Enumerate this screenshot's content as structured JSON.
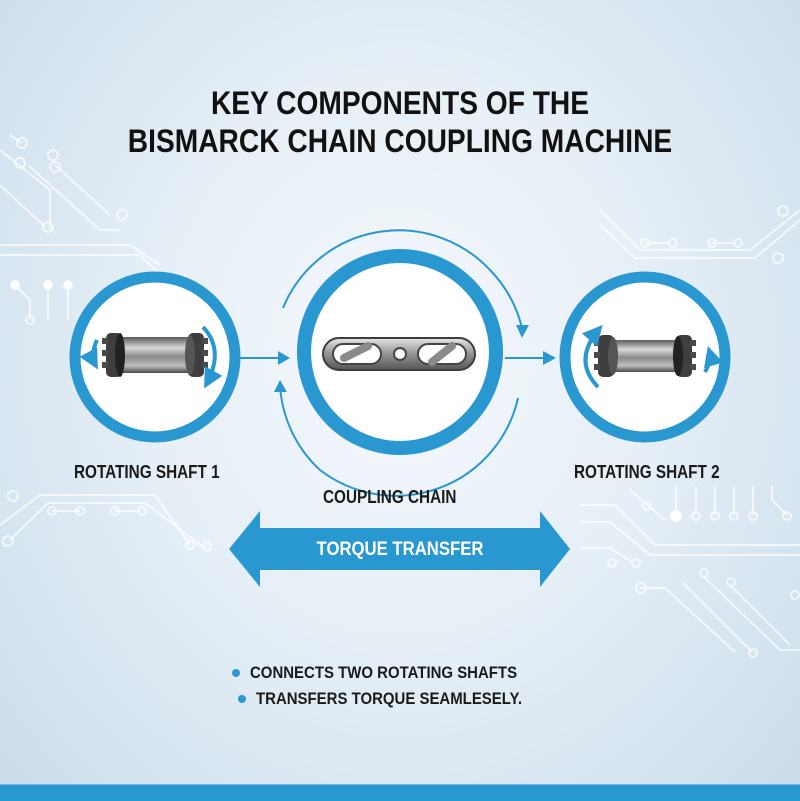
{
  "title": {
    "line1": "KEY COMPONENTS OF THE",
    "line2": "BISMARCK CHAIN COUPLING MACHINE"
  },
  "components": [
    {
      "id": "shaft1",
      "label": "ROTATING SHAFT 1",
      "icon": "rotating-shaft-icon"
    },
    {
      "id": "chain",
      "label": "COUPLING CHAIN",
      "icon": "chain-link-icon"
    },
    {
      "id": "shaft2",
      "label": "ROTATING SHAFT 2",
      "icon": "rotating-shaft-icon"
    }
  ],
  "torque_arrow": {
    "label": "TORQUE TRANSFER",
    "icon": "double-headed-arrow-icon"
  },
  "bullets": [
    "CONNECTS TWO ROTATING SHAFTS",
    "TRANSFERS TORQUE SEAMLESELY."
  ],
  "colors": {
    "accent": "#2a98d0",
    "text": "#111111",
    "background_center": "#f4f8fb",
    "background_edge": "#c9dceb",
    "metal_dark": "#3a3a3a",
    "metal_light": "#c8c8c8"
  }
}
